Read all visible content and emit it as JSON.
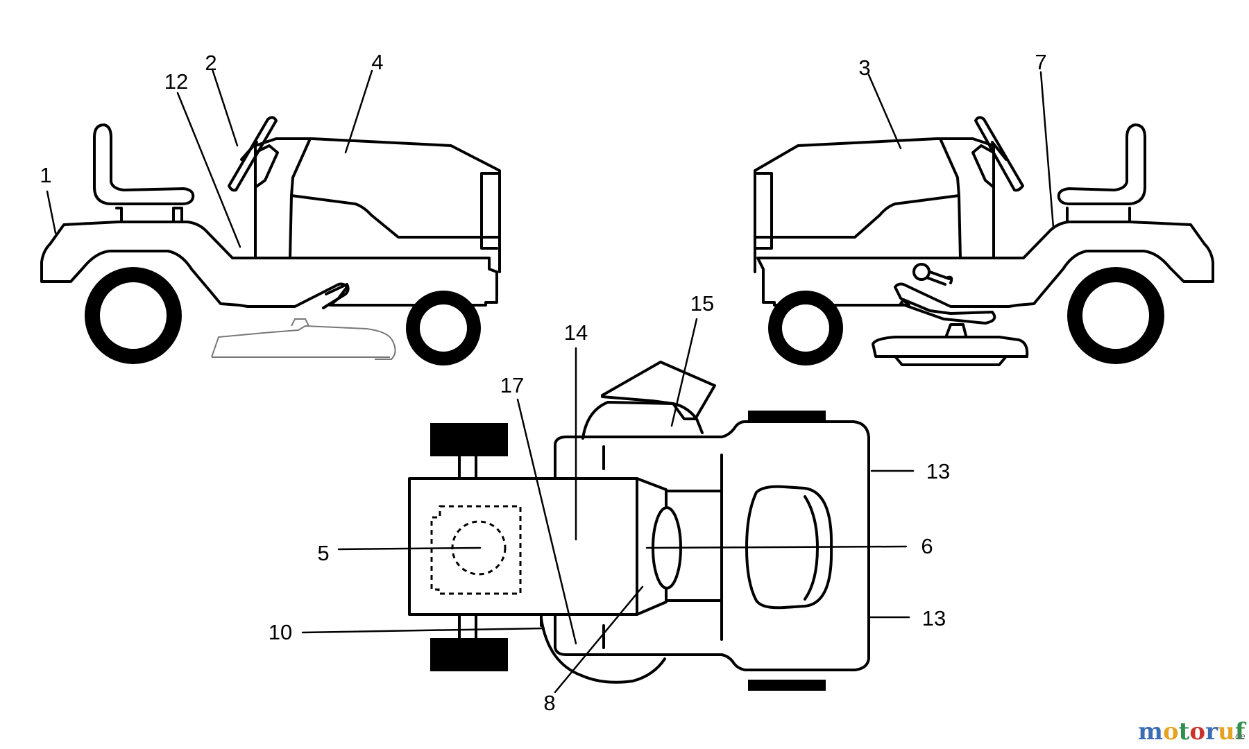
{
  "callouts": {
    "c1": "1",
    "c2": "2",
    "c3": "3",
    "c4": "4",
    "c5": "5",
    "c6": "6",
    "c7": "7",
    "c8": "8",
    "c10": "10",
    "c12": "12",
    "c13a": "13",
    "c13b": "13",
    "c14": "14",
    "c15": "15",
    "c17": "17"
  },
  "watermark": {
    "letters": [
      "m",
      "o",
      "t",
      "o",
      "r",
      "u",
      "f"
    ],
    "letter_colors": [
      "#3b6cb4",
      "#e5a323",
      "#2f8f4e",
      "#c8342b",
      "#3b6cb4",
      "#e5a323",
      "#2f8f4e"
    ],
    "tld": ".de"
  },
  "colors": {
    "line": "#000000",
    "deck_outline": "#777777",
    "background": "#ffffff"
  }
}
